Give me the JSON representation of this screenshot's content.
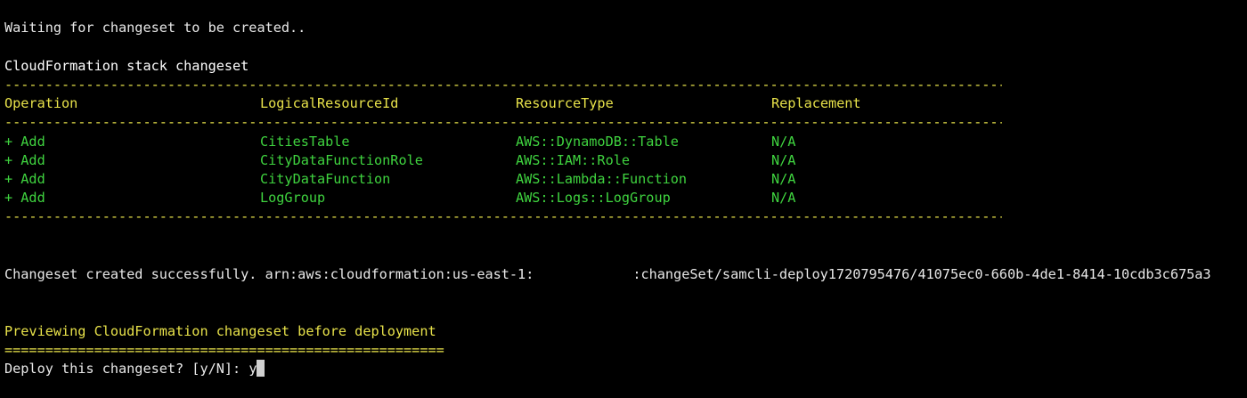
{
  "terminal": {
    "waiting_line": "Waiting for changeset to be created..",
    "table_title": "CloudFormation stack changeset",
    "dash_line": "------------------------------------------------------------------------------------------------------------------------------------------------------------------------------------------------------------",
    "columns": [
      "Operation",
      "LogicalResourceId",
      "ResourceType",
      "Replacement"
    ],
    "rows": [
      {
        "operation": "+ Add",
        "logical_id": "CitiesTable",
        "resource_type": "AWS::DynamoDB::Table",
        "replacement": "N/A"
      },
      {
        "operation": "+ Add",
        "logical_id": "CityDataFunctionRole",
        "resource_type": "AWS::IAM::Role",
        "replacement": "N/A"
      },
      {
        "operation": "+ Add",
        "logical_id": "CityDataFunction",
        "resource_type": "AWS::Lambda::Function",
        "replacement": "N/A"
      },
      {
        "operation": "+ Add",
        "logical_id": "LogGroup",
        "resource_type": "AWS::Logs::LogGroup",
        "replacement": "N/A"
      }
    ],
    "success_prefix": "Changeset created successfully. arn:aws:cloudformation:us-east-1:",
    "success_suffix": ":changeSet/samcli-deploy1720795476/41075ec0-660b-4de1-8414-10cdb3c675a3",
    "preview_line": "Previewing CloudFormation changeset before deployment",
    "equals_line": "======================================================",
    "prompt": "Deploy this changeset? [y/N]: ",
    "prompt_input": "y"
  },
  "colors": {
    "background": "#000000",
    "text": "#e8e8e8",
    "yellow": "#e8e24a",
    "green": "#3fd33f"
  }
}
